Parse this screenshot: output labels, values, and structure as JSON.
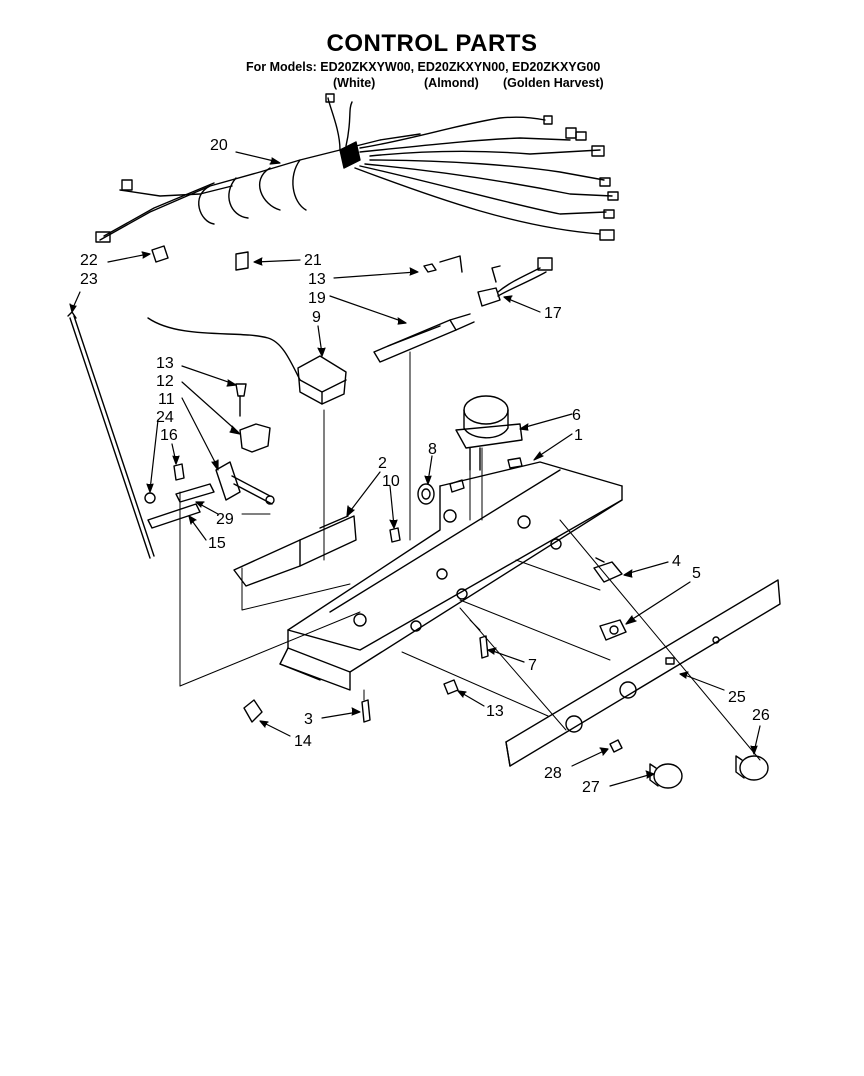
{
  "header": {
    "title": "CONTROL PARTS",
    "models_line": "For Models: ED20ZKXYW00, ED20ZKXYN00, ED20ZKXYG00",
    "colors": [
      "(White)",
      "(Almond)",
      "(Golden Harvest)"
    ]
  },
  "callouts": {
    "c20": "20",
    "c22": "22",
    "c23": "23",
    "c21": "21",
    "c13a": "13",
    "c19": "19",
    "c17": "17",
    "c9": "9",
    "c13b": "13",
    "c12": "12",
    "c11": "11",
    "c24": "24",
    "c16": "16",
    "c29": "29",
    "c15": "15",
    "c6": "6",
    "c1": "1",
    "c8": "8",
    "c2": "2",
    "c10": "10",
    "c4": "4",
    "c5": "5",
    "c7": "7",
    "c13c": "13",
    "c3": "3",
    "c14": "14",
    "c25": "25",
    "c26": "26",
    "c28": "28",
    "c27": "27"
  }
}
